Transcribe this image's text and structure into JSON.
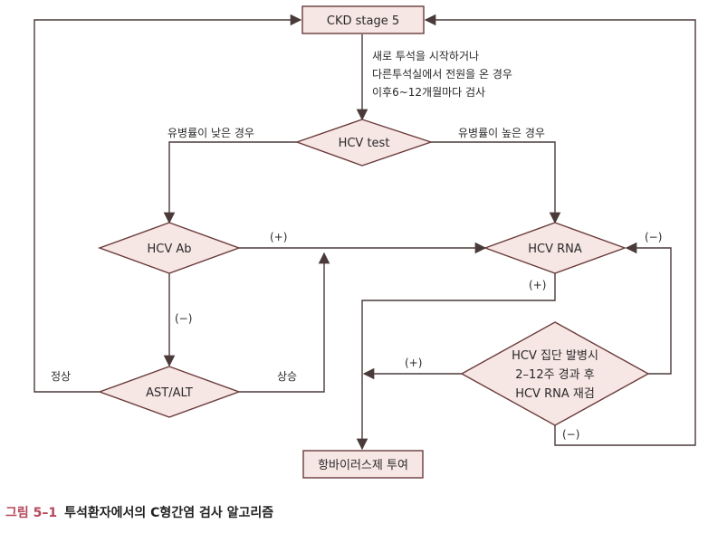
{
  "nodes": {
    "ckd": "CKD stage 5",
    "hcv_test": "HCV test",
    "hcv_ab": "HCV Ab",
    "hcv_rna": "HCV RNA",
    "ast_alt": "AST/ALT",
    "cluster_lines": [
      "HCV 집단 발병시",
      "2–12주 경과 후",
      "HCV RNA 재검"
    ],
    "antiviral": "항바이러스제 투여"
  },
  "notes": {
    "retest_lines": [
      "새로 투석을 시작하거나",
      "다른투석실에서 전원을 온 경우",
      "이후6~12개월마다 검사"
    ]
  },
  "edge_labels": {
    "low_prevalence": "유병률이 낮은 경우",
    "high_prevalence": "유병률이 높은 경우",
    "ab_positive": "(+)",
    "ab_negative": "(−)",
    "rna_negative": "(−)",
    "rna_positive": "(+)",
    "cluster_positive": "(+)",
    "cluster_negative": "(−)",
    "normal": "정상",
    "elevated": "상승"
  },
  "caption": {
    "number": "그림 5–1",
    "text": "투석환자에서의 C형간염 검사 알고리즘"
  },
  "colors": {
    "node_fill": "#f6e6e4",
    "node_border": "#6b3b3b",
    "caption_number": "#b5485a"
  }
}
